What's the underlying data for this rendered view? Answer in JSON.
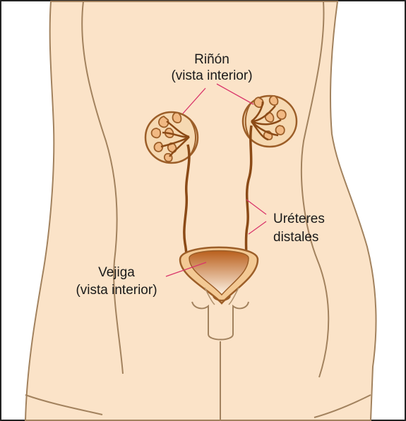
{
  "labels": {
    "kidney_line1": "Riñón",
    "kidney_line2": "(vista interior)",
    "ureters_line1": "Uréteres",
    "ureters_line2": "distales",
    "bladder_line1": "Vejiga",
    "bladder_line2": "(vista interior)"
  },
  "colors": {
    "skin": "#fbe3c8",
    "outline": "#a2825e",
    "kidney_fill": "#f6d9b2",
    "kidney_stroke": "#9c5e28",
    "ureter": "#8b4a16",
    "bladder_rim": "#f3c994",
    "bladder_inner": "#c46a24",
    "leader": "#d9356a",
    "border": "#222222"
  }
}
